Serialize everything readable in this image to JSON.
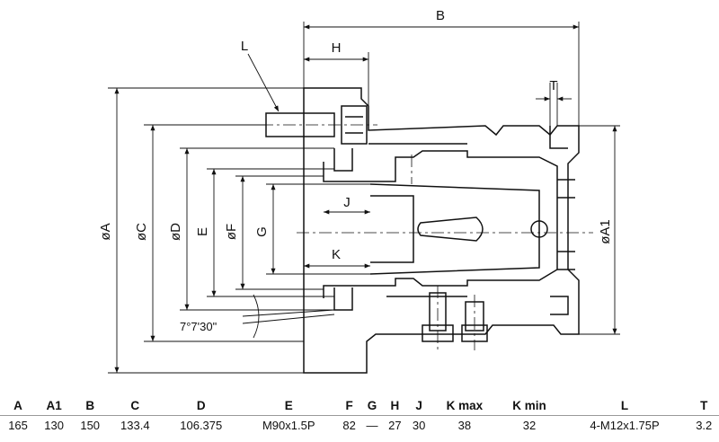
{
  "drawing": {
    "dimension_labels": {
      "B": "B",
      "H": "H",
      "L": "L",
      "T": "T",
      "J": "J",
      "K": "K",
      "A": "øA",
      "C": "øC",
      "D": "øD",
      "E": "E",
      "F": "øF",
      "G": "G",
      "A1": "øA1",
      "angle": "7°7'30\""
    }
  },
  "spec_table": {
    "headers": [
      "A",
      "A1",
      "B",
      "C",
      "D",
      "E",
      "F",
      "G",
      "H",
      "J",
      "K max",
      "K min",
      "L",
      "T"
    ],
    "rows": [
      [
        "165",
        "130",
        "150",
        "133.4",
        "106.375",
        "M90x1.5P",
        "82",
        "—",
        "27",
        "30",
        "38",
        "32",
        "4-M12x1.75P",
        "3.2"
      ]
    ]
  }
}
